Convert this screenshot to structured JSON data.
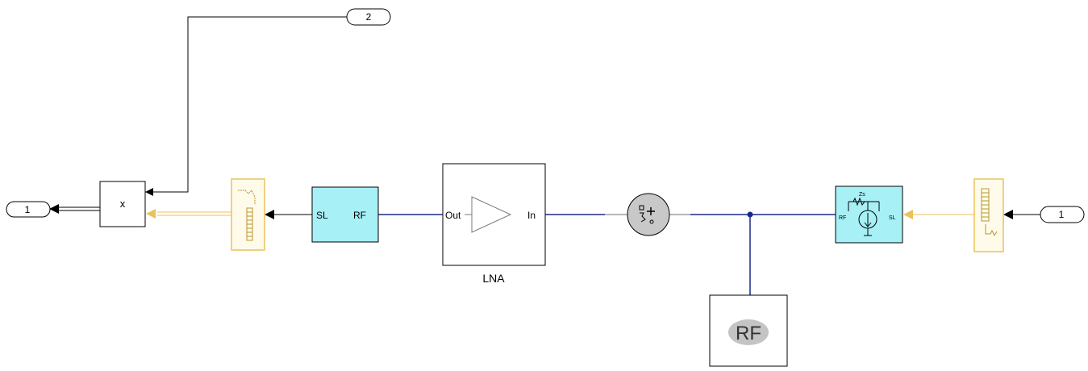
{
  "ports": {
    "out1": "1",
    "out2": "2",
    "in1": "1"
  },
  "product_block": {
    "symbol": "x"
  },
  "sl_converter": {
    "sl_label": "SL",
    "rf_label": "RF"
  },
  "lna": {
    "out_label": "Out",
    "in_label": "In",
    "name": "LNA"
  },
  "rf_src": {
    "sl_label": "SL",
    "rf_label": "RF",
    "z_label": "Zs"
  },
  "config_block": {
    "label": "RF"
  },
  "colors": {
    "rf_line": "#1a2a8a",
    "sl_line": "#e8c25a",
    "cyan_block": "#a6f0f6",
    "gray_noise": "#c8c8c8",
    "config_oval": "#c4c4c4"
  }
}
